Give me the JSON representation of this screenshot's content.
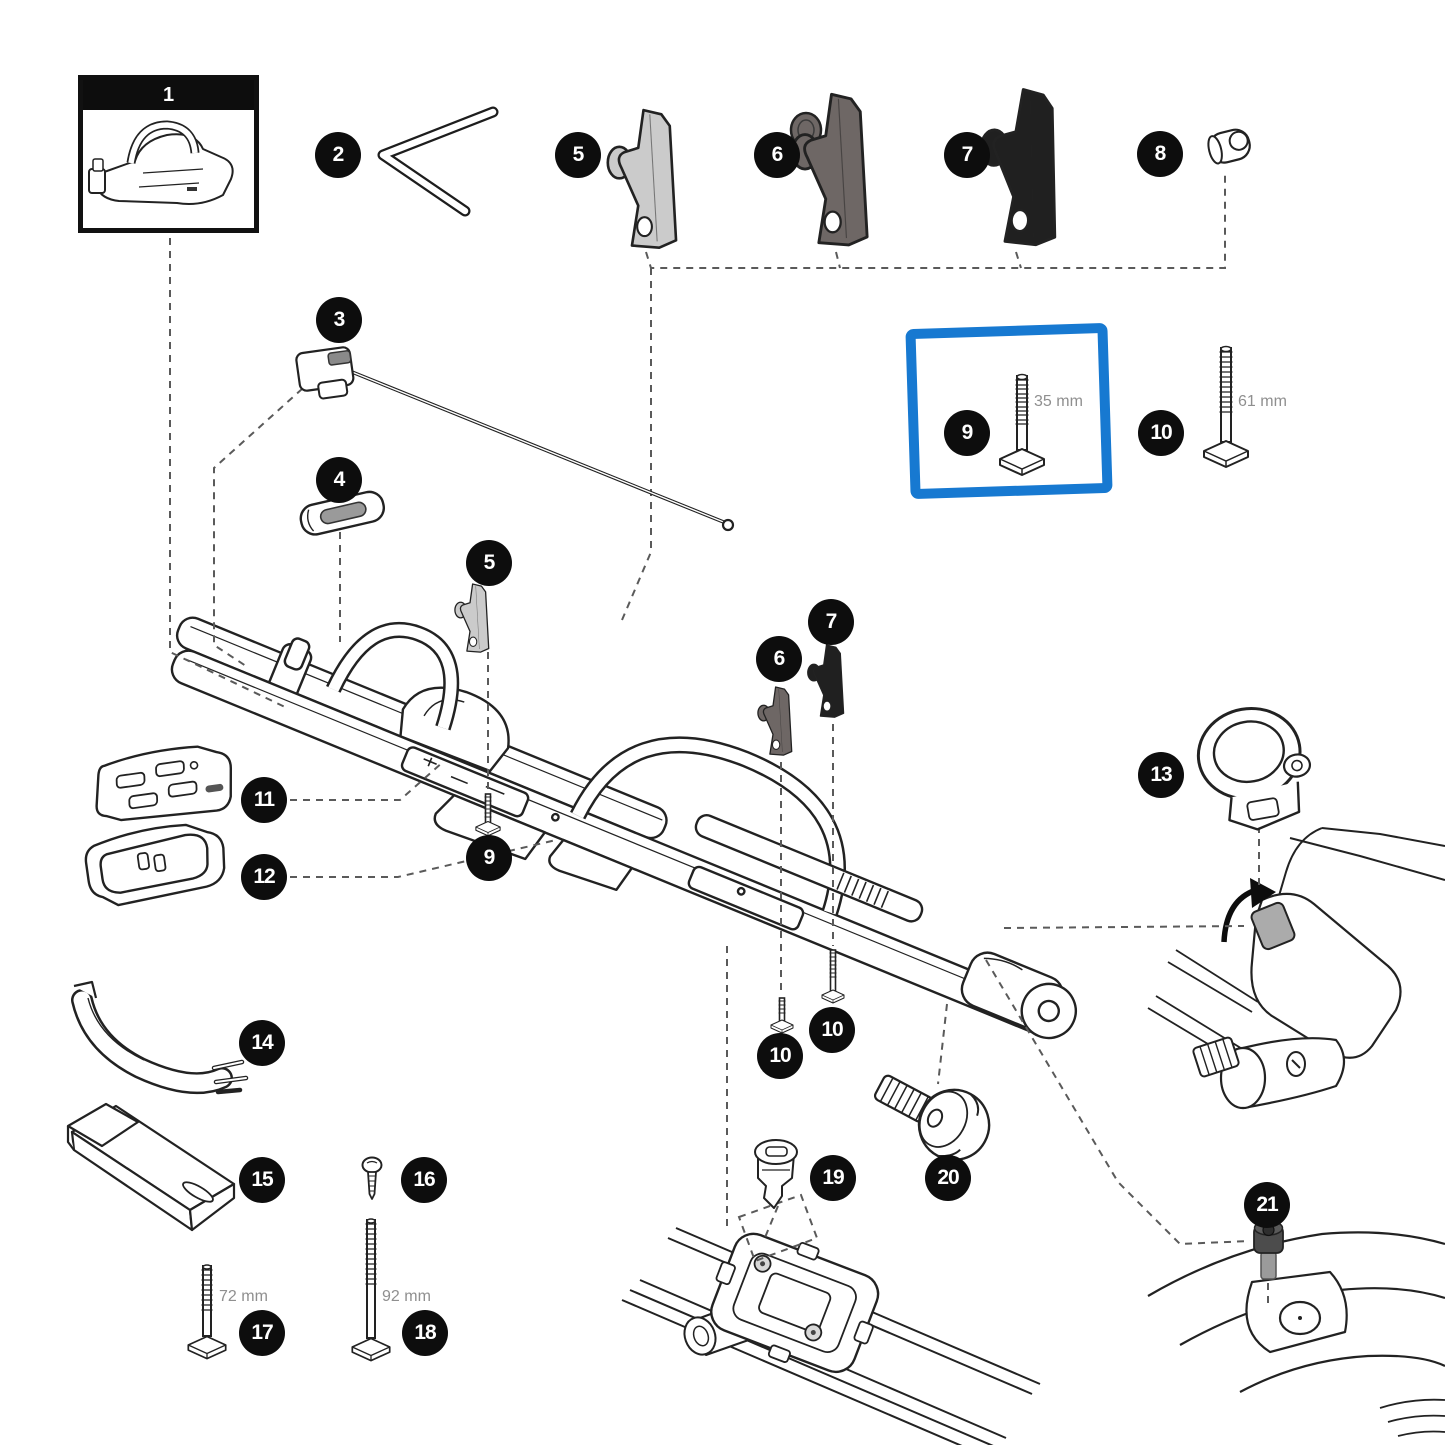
{
  "diagram": {
    "type": "exploded-parts-diagram",
    "subject": "roof bike carrier spare parts overview",
    "background": "#ffffff",
    "line_color": "#222222",
    "marker_background": "#0d0d0d",
    "marker_text_color": "#ffffff",
    "highlight_color": "#1779d1",
    "label_color": "#8f8f8f"
  },
  "parts": {
    "p1": {
      "number": "1",
      "icon": "carrier-assembly-thumbnail"
    },
    "p2": {
      "number": "2",
      "icon": "hex-key"
    },
    "p3": {
      "number": "3",
      "icon": "cable-with-connector"
    },
    "p4": {
      "number": "4",
      "icon": "strap-clip-cover"
    },
    "p5": {
      "number": "5",
      "icon": "holder-jaw-light-gray"
    },
    "p6": {
      "number": "6",
      "icon": "holder-jaw-dark-gray"
    },
    "p7": {
      "number": "7",
      "icon": "holder-jaw-black"
    },
    "p8": {
      "number": "8",
      "icon": "pin-sleeve"
    },
    "p9": {
      "number": "9",
      "icon": "t-bolt-35mm",
      "length_label": "35 mm"
    },
    "p10": {
      "number": "10",
      "icon": "t-bolt-61mm",
      "length_label": "61 mm"
    },
    "p11": {
      "number": "11",
      "icon": "adapter-plate"
    },
    "p12": {
      "number": "12",
      "icon": "adapter-frame"
    },
    "p13": {
      "number": "13",
      "icon": "clamp-ring"
    },
    "p14": {
      "number": "14",
      "icon": "curved-bracket-arm"
    },
    "p15": {
      "number": "15",
      "icon": "wedge-block"
    },
    "p16": {
      "number": "16",
      "icon": "self-tapping-screw"
    },
    "p17": {
      "number": "17",
      "icon": "t-bolt-72mm",
      "length_label": "72 mm"
    },
    "p18": {
      "number": "18",
      "icon": "t-bolt-92mm",
      "length_label": "92 mm"
    },
    "p19": {
      "number": "19",
      "icon": "lock-cylinder"
    },
    "p20": {
      "number": "20",
      "icon": "locking-knob-bolt"
    },
    "p21": {
      "number": "21",
      "icon": "socket-head-bolt"
    }
  },
  "measurements": {
    "bolt_9": "35 mm",
    "bolt_10": "61 mm",
    "bolt_17": "72 mm",
    "bolt_18": "92 mm"
  }
}
